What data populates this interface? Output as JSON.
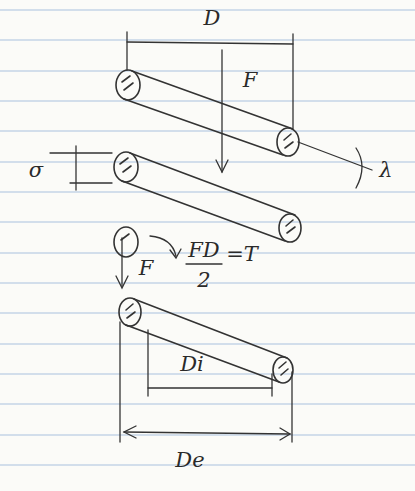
{
  "diagram": {
    "labels": [
      "D",
      "F",
      "σ",
      "λ",
      "F",
      "FD",
      "=T",
      "2",
      "Di",
      "De"
    ]
  }
}
